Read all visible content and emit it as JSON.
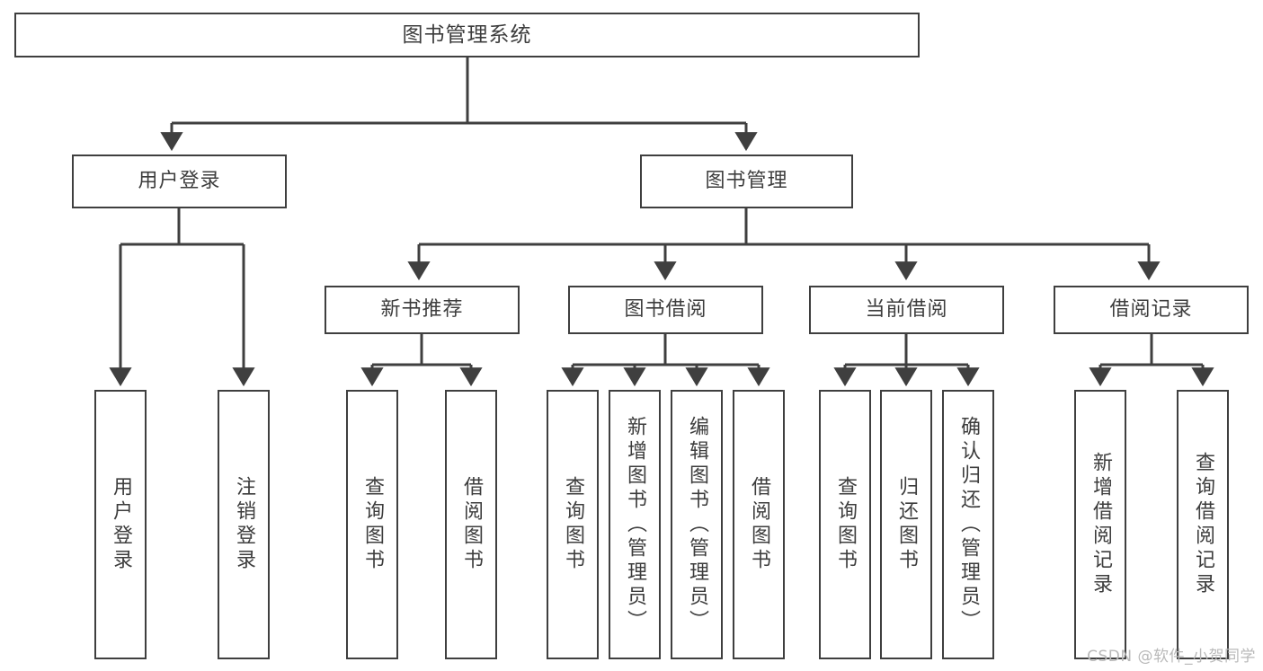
{
  "diagram": {
    "title": "图书管理系统",
    "type": "tree-hierarchy",
    "colors": {
      "box_border": "#3f3f3f",
      "box_fill": "#ffffff",
      "connector": "#3f3f3f",
      "text": "#3d3d3d",
      "watermark": "#b9b9b9",
      "background": "#ffffff"
    }
  },
  "watermark": {
    "text": "CSDN @软件_小贺同学"
  },
  "nodes": {
    "root": {
      "label": "图书管理系统"
    },
    "level2": [
      {
        "id": "user-login",
        "label": "用户登录"
      },
      {
        "id": "book-manage",
        "label": "图书管理"
      }
    ],
    "level3": [
      {
        "id": "new-book-recommend",
        "label": "新书推荐"
      },
      {
        "id": "book-borrow",
        "label": "图书借阅"
      },
      {
        "id": "current-borrow",
        "label": "当前借阅"
      },
      {
        "id": "borrow-record",
        "label": "借阅记录"
      }
    ],
    "leaves": [
      {
        "id": "leaf-user-login",
        "label": "用户登录",
        "parent": "user-login"
      },
      {
        "id": "leaf-logout-login",
        "label": "注销登录",
        "parent": "user-login"
      },
      {
        "id": "leaf-query-book-1",
        "label": "查询图书",
        "parent": "new-book-recommend"
      },
      {
        "id": "leaf-borrow-book-1",
        "label": "借阅图书",
        "parent": "new-book-recommend"
      },
      {
        "id": "leaf-query-book-2",
        "label": "查询图书",
        "parent": "book-borrow"
      },
      {
        "id": "leaf-add-book",
        "label": "新增图书（管理员）",
        "parent": "book-borrow"
      },
      {
        "id": "leaf-edit-book",
        "label": "编辑图书（管理员）",
        "parent": "book-borrow"
      },
      {
        "id": "leaf-borrow-book-2",
        "label": "借阅图书",
        "parent": "book-borrow"
      },
      {
        "id": "leaf-query-book-3",
        "label": "查询图书",
        "parent": "current-borrow"
      },
      {
        "id": "leaf-return-book",
        "label": "归还图书",
        "parent": "current-borrow"
      },
      {
        "id": "leaf-confirm-return",
        "label": "确认归还（管理员）",
        "parent": "current-borrow"
      },
      {
        "id": "leaf-add-record",
        "label": "新增借阅记录",
        "parent": "borrow-record"
      },
      {
        "id": "leaf-query-record",
        "label": "查询借阅记录",
        "parent": "borrow-record"
      }
    ]
  }
}
